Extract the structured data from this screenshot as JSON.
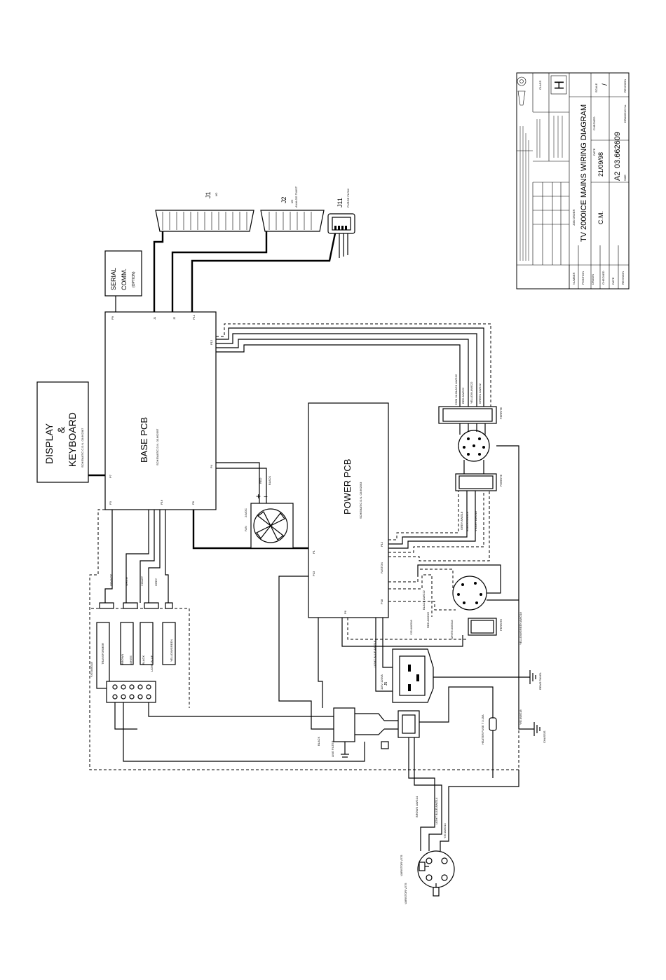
{
  "title_block": {
    "title": "TV 2000ICE MAINS WIRING DIAGRAM",
    "drawing_no": "03.662609",
    "size": "A2",
    "date": "21/09/98",
    "drawn": "C.M.",
    "class": "H",
    "scale": "/",
    "labels": {
      "number": "NUMBER",
      "position": "POSITION",
      "drawn_label": "DRAWN",
      "checked": "CHECKED",
      "date_label": "DATE",
      "revision": "REVISION",
      "size_label": "SIZE",
      "drawing_no_label": "DRAWING No.",
      "date_small": "DATE",
      "checked_small": "CHECKED",
      "scale_label": "SCALE",
      "class_label": "CLASS",
      "job_order": "JOB ORDER"
    }
  },
  "blocks": {
    "display_keyboard": "DISPLAY",
    "amp": "&",
    "keyboard": "KEYBOARD",
    "display_ref": "SCHEMATIC C.D.N. 03.662387",
    "base_pcb": "BASE PCB",
    "base_ref": "SCHEMATIC D.N. 03.662597",
    "power_pcb": "POWER PCB",
    "power_ref": "SCHEMATIC D.N. 03.662593",
    "serial": "SERIAL",
    "comm": "COMM.",
    "option": "(OPTION)"
  },
  "connectors": {
    "j1": "J1",
    "j1_sub": "I/O",
    "j2": "J2",
    "j2_sub": "I/O",
    "j2_sub2": "ANALOG TWIST",
    "j11": "J11",
    "j11_sub": "PURGE FLOW",
    "p9": "P9",
    "p1": "J1",
    "p2": "J2",
    "p11": "P11",
    "p12": "P12",
    "p3": "P3",
    "p7": "P7",
    "p16": "P16",
    "p8": "P8",
    "p4": "P4",
    "pwr_p1": "P1",
    "pwr_p12": "P12",
    "pwr_p13": "P13",
    "pwr_p18": "P18",
    "pwr_fast": "FASTON",
    "pwr_p6": "P6"
  },
  "wire_labels": {
    "com_black": "COM 2A BLACK AWG22",
    "red": "RED AWG22",
    "yellow": "YELLOW AWG22",
    "green": "GREEN AWG22",
    "ferrite1": "FERRITE",
    "ferrite2": "FERRITE",
    "ferrite3": "FERRITE",
    "black_awg18": "BLACK AWG18",
    "violet": "VIOLET AWG18",
    "grey": "GREY AWG18",
    "black_awg22": "BLACK AWG22",
    "red_awg22": "RED AWG22",
    "yg_awg18": "Y/G AWG18",
    "white_awg18": "WHITE AWG18",
    "light_blue": "LIGHT BLUE AWG18",
    "fan": "FAN",
    "fan_v": "24VDC",
    "fan_red": "RED",
    "fan_black": "BLACK",
    "plus": "+",
    "minus": "−",
    "transformer": "TRANSFORMER",
    "brown": "BROWN",
    "white": "WHITE",
    "black": "BLACK",
    "light_blue2": "LIGHT BLUE",
    "yellow_green": "YELLOW/GREEN",
    "orange": "ORANGE",
    "white2": "WHITE",
    "violet2": "VIOLET",
    "grey2": "GREY",
    "yg_awg18b": "Y/G AWG18",
    "line_filter": "LINE FILTER",
    "heater_fuse": "HEATER FUSE T 3.15A",
    "rear_panel": "REAR PANEL",
    "chassis": "CHASSIS",
    "yg_awg18c": "Y/G AWG18",
    "yellow_green_awg18": "YELLOW/GREEN AWG18",
    "brown_awg14": "BROWN AWG14",
    "light_blue_awg14": "LIGHT BLUE AWG14",
    "yg_awg14": "Y/G AWG14",
    "varistor1": "VARISTOR V275",
    "varistor2": "VARISTOR V275",
    "j5": "J5",
    "j5_sub": "115V 120VA"
  }
}
